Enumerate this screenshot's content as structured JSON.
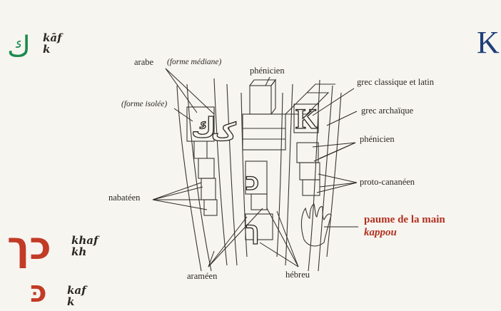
{
  "header_letter": "K",
  "arabic": {
    "glyph": "ك",
    "translit_1": "kāf",
    "translit_2": "k"
  },
  "hebrew_final": {
    "glyph": "כך",
    "translit_1": "khaf",
    "translit_2": "kh"
  },
  "hebrew_initial": {
    "glyph": "כּ",
    "translit_1": "kaf",
    "translit_2": "k"
  },
  "labels": {
    "arabe": "arabe",
    "forme_mediane": "(forme médiane)",
    "forme_isolee": "(forme isolée)",
    "phenicien_top": "phénicien",
    "grec_classique": "grec classique et latin",
    "grec_archaique": "grec archaïque",
    "phenicien_right": "phénicien",
    "proto_cananeen": "proto-cananéen",
    "nabateen": "nabatéen",
    "arameen": "araméen",
    "hebreu": "hébreu",
    "paume": "paume de la main",
    "kappou": "kappou"
  },
  "colors": {
    "arabic_green": "#1d8a4e",
    "hebrew_red": "#c23b26",
    "title_blue": "#1f3f7a",
    "caption_red": "#b23020"
  }
}
